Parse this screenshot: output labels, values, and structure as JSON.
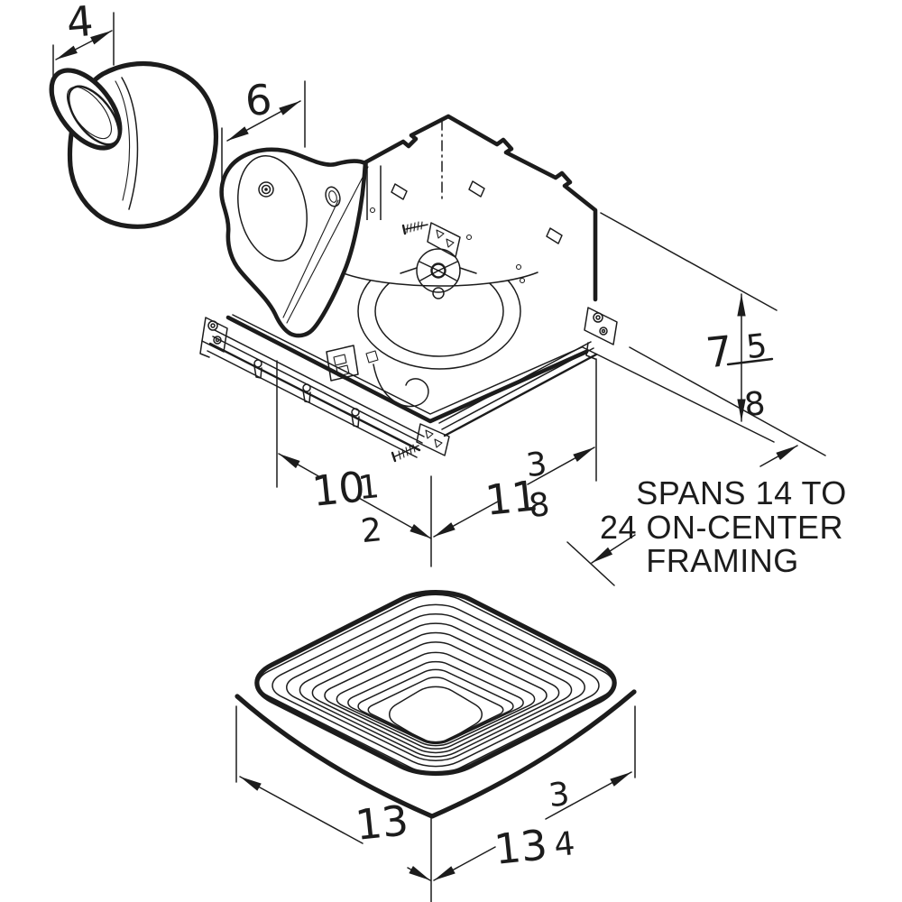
{
  "drawing": {
    "kind": "technical-dimension-line-drawing",
    "subject": "ceiling exhaust ventilation fan with duct adapter and grille",
    "background_color": "#ffffff",
    "ink_color": "#1c1c1c"
  },
  "dims": {
    "adapter_duct_diameter": {
      "value": "4"
    },
    "duct_outlet_depth": {
      "value": "6"
    },
    "housing_height": {
      "whole": "7",
      "num": "5",
      "den": "8"
    },
    "housing_width": {
      "whole": "10",
      "num": "1",
      "den": "2"
    },
    "housing_length": {
      "whole": "11",
      "num": "3",
      "den": "8"
    },
    "grille_width": {
      "whole": "13"
    },
    "grille_length": {
      "whole": "13",
      "num": "3",
      "den": "4"
    }
  },
  "note": {
    "line1": "SPANS 14 TO",
    "line2": "24 ON-CENTER",
    "line3": "FRAMING"
  }
}
